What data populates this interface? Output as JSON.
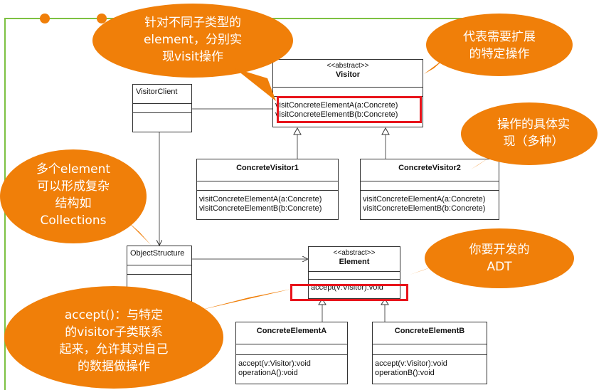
{
  "classes": {
    "visitor": {
      "stereotype": "<<abstract>>",
      "name": "Visitor",
      "methods": [
        "visitConcreteElementA(a:Concrete)",
        "visitConcreteElementB(b:Concrete)"
      ]
    },
    "visitor_client": {
      "name": "VisitorClient"
    },
    "concrete_visitor1": {
      "name": "ConcreteVisitor1",
      "methods": [
        "visitConcreteElementA(a:Concrete)",
        "visitConcreteElementB(b:Concrete)"
      ]
    },
    "concrete_visitor2": {
      "name": "ConcreteVisitor2",
      "methods": [
        "visitConcreteElementA(a:Concrete)",
        "visitConcreteElementB(b:Concrete)"
      ]
    },
    "object_structure": {
      "name": "ObjectStructure"
    },
    "element": {
      "stereotype": "<<abstract>>",
      "name": "Element",
      "methods": [
        "accept(v:Visitor):void"
      ]
    },
    "concrete_element_a": {
      "name": "ConcreteElementA",
      "methods": [
        "accept(v:Visitor):void",
        "operationA():void"
      ]
    },
    "concrete_element_b": {
      "name": "ConcreteElementB",
      "methods": [
        "accept(v:Visitor):void",
        "operationB():void"
      ]
    }
  },
  "callouts": {
    "visit_ops": [
      "针对不同子类型的",
      "element，分别实",
      "现visit操作"
    ],
    "specific_ops": [
      "代表需要扩展",
      "的特定操作"
    ],
    "concrete_impl": [
      "操作的具体实",
      "现（多种）"
    ],
    "collections": [
      "多个element",
      "可以形成复杂",
      "结构如",
      "Collections"
    ],
    "adt": [
      "你要开发的",
      "ADT"
    ],
    "accept": [
      "accept()：与特定",
      "的visitor子类联系",
      "起来，允许其对自己",
      "的数据做操作"
    ]
  },
  "colors": {
    "callout": "#f07f09",
    "highlight": "#e8141b",
    "accent_line": "#7dc142"
  }
}
